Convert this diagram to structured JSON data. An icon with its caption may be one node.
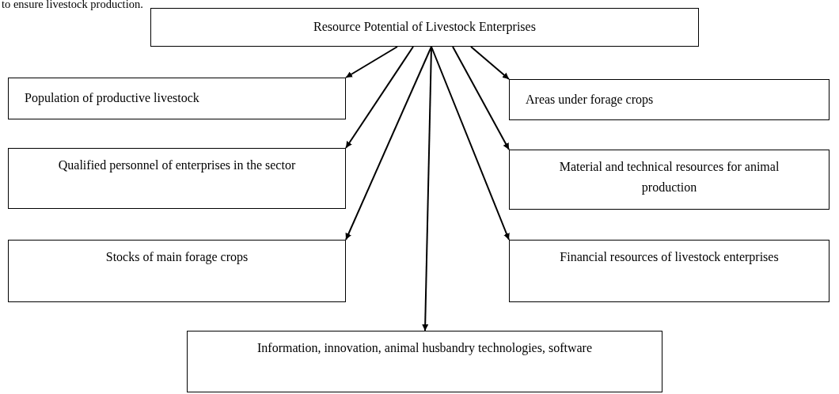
{
  "diagram": {
    "nodes": [
      {
        "text": [
          "Resource Potential of Livestock Enterprises"
        ]
      },
      {
        "text": [
          "Population of productive livestock"
        ]
      },
      {
        "text": [
          "Areas under forage crops"
        ]
      },
      {
        "text": [
          "Qualified personnel of enterprises in the sector"
        ]
      },
      {
        "text": [
          "Material and technical resources for animal production"
        ]
      },
      {
        "text": [
          "Stocks of main forage crops"
        ]
      },
      {
        "text": [
          "Financial resources of livestock enterprises"
        ]
      },
      {
        "text": [
          "Information, innovation, animal husbandry technologies, software"
        ]
      }
    ],
    "edges": [
      {
        "from": 0,
        "to": 1,
        "arrow": "to"
      },
      {
        "from": 0,
        "to": 3,
        "arrow": "to"
      },
      {
        "from": 0,
        "to": 5,
        "arrow": "to"
      },
      {
        "from": 0,
        "to": 7,
        "arrow": "to"
      },
      {
        "from": 0,
        "to": 6,
        "arrow": "to"
      },
      {
        "from": 0,
        "to": 4,
        "arrow": "to"
      },
      {
        "from": 0,
        "to": 2,
        "arrow": "to"
      }
    ],
    "labels": [
      "to ensure livestock production."
    ]
  }
}
